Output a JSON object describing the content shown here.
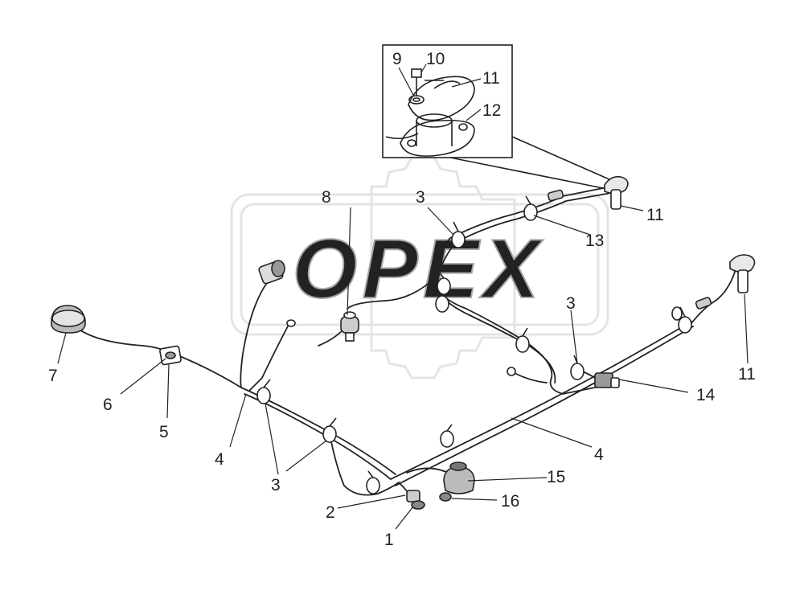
{
  "watermark": {
    "text": "OPEX"
  },
  "callouts": {
    "c1": "1",
    "c2": "2",
    "c3a": "3",
    "c3b": "3",
    "c3c": "3",
    "c4a": "4",
    "c4b": "4",
    "c5": "5",
    "c6": "6",
    "c7": "7",
    "c8": "8",
    "c9": "9",
    "c10": "10",
    "c11a": "11",
    "c11b": "11",
    "c11c": "11",
    "c12": "12",
    "c13": "13",
    "c14": "14",
    "c15": "15",
    "c16": "16"
  }
}
